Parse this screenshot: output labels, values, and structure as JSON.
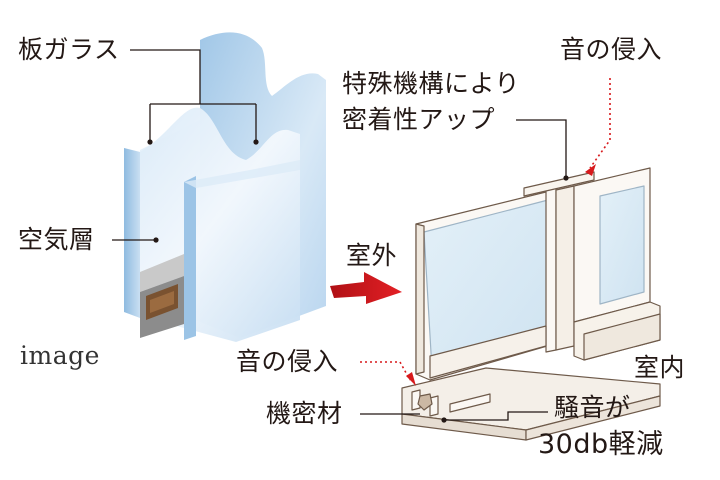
{
  "labels": {
    "sheet_glass": "板ガラス",
    "air_layer": "空気層",
    "image_note": "image",
    "sound_intrusion_top": "音の侵入",
    "special_mechanism_line1": "特殊機構により",
    "special_mechanism_line2": "密着性アップ",
    "outdoor": "室外",
    "indoor": "室内",
    "sound_intrusion_left": "音の侵入",
    "airtight_material": "機密材",
    "noise_line1": "騒音が",
    "noise_line2": "30db軽減"
  },
  "colors": {
    "glass_light": "#eaf3fb",
    "glass_mid": "#bcd8ef",
    "glass_dark": "#7fb0da",
    "frame": "#f7f3ee",
    "frame_stroke": "#6e5a4a",
    "arrow_red": "#d7191c",
    "dotted_red": "#d7191c",
    "leader": "#231815",
    "spacer_gray": "#a4a4a4",
    "spacer_brown": "#7a5230"
  }
}
